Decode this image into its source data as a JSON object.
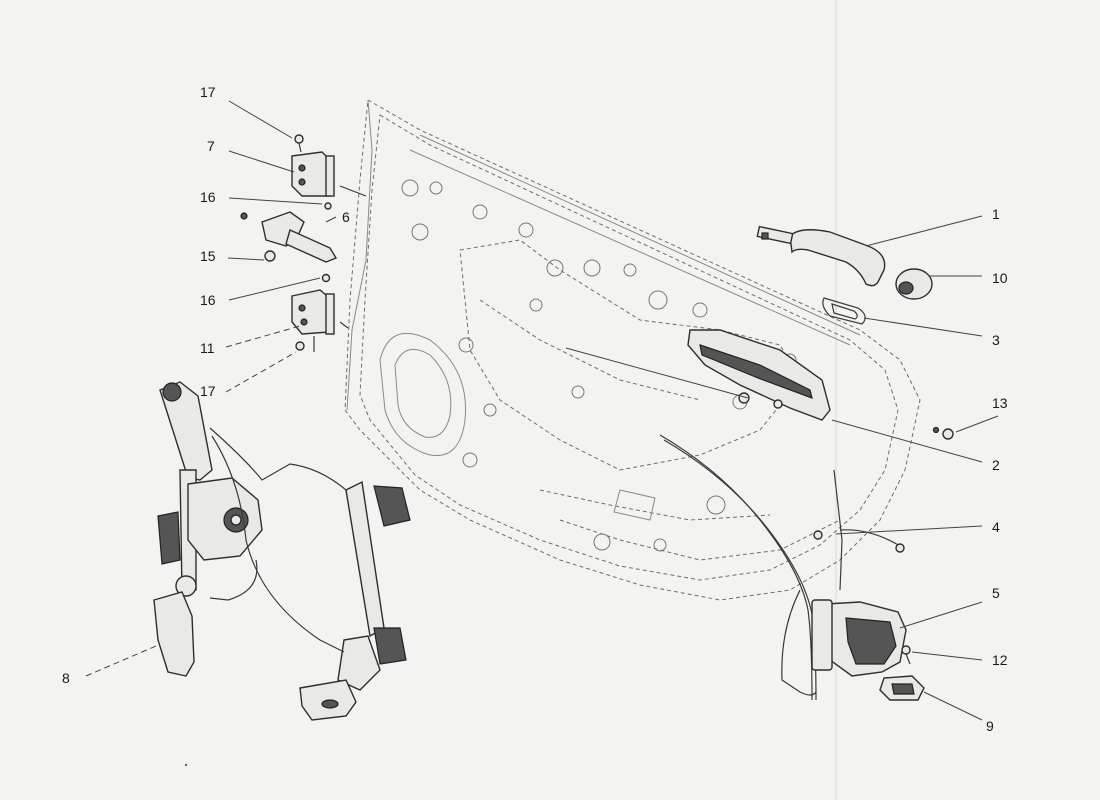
{
  "callouts": {
    "c1": "1",
    "c2": "2",
    "c3": "3",
    "c4": "4",
    "c5": "5",
    "c6": "6",
    "c7": "7",
    "c8": "8",
    "c9": "9",
    "c10": "10",
    "c11": "11",
    "c12": "12",
    "c13": "13",
    "c15": "15",
    "c16a": "16",
    "c16b": "16",
    "c17a": "17",
    "c17b": "17"
  }
}
